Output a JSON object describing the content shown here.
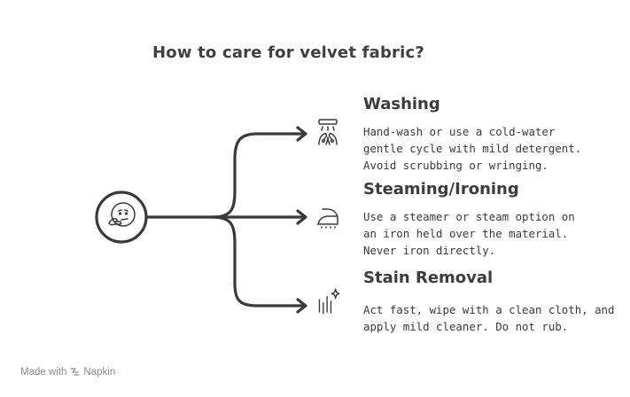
{
  "title": "How to care for velvet fabric?",
  "center": {
    "icon": "thinking-face-icon"
  },
  "branches": [
    {
      "title": "Washing",
      "icon": "hand-wash-icon",
      "lines": [
        "Hand-wash or use a cold-water",
        "gentle cycle with mild detergent.",
        "Avoid scrubbing or wringing."
      ]
    },
    {
      "title": "Steaming/Ironing",
      "icon": "steam-iron-icon",
      "lines": [
        "Use a steamer or steam option on",
        "an iron held over the material.",
        "Never iron directly."
      ]
    },
    {
      "title": "Stain Removal",
      "icon": "sparkle-clean-icon",
      "lines": [
        "Act fast, wipe with a clean cloth, and",
        "apply mild cleaner. Do not rub."
      ]
    }
  ],
  "footer": {
    "made_with": "Made with",
    "brand": "Napkin"
  },
  "colors": {
    "stroke": "#3a3a3a",
    "text": "#3a3a3a",
    "footer": "#8a8a8a"
  }
}
